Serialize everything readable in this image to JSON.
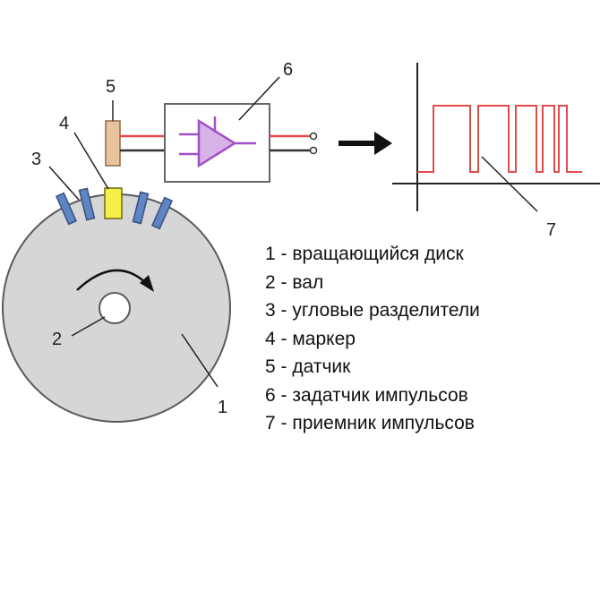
{
  "diagram": {
    "labels": {
      "disk": "1",
      "shaft": "2",
      "dividers": "3",
      "marker": "4",
      "sensor": "5",
      "pulse_generator": "6",
      "pulse_receiver": "7"
    },
    "legend": [
      {
        "num": "1",
        "text": "вращающийся диск"
      },
      {
        "num": "2",
        "text": "вал"
      },
      {
        "num": "3",
        "text": "угловые разделители"
      },
      {
        "num": "4",
        "text": "маркер"
      },
      {
        "num": "5",
        "text": "датчик"
      },
      {
        "num": "6",
        "text": "задатчик импульсов"
      },
      {
        "num": "7",
        "text": "приемник импульсов"
      }
    ],
    "colors": {
      "disk_fill": "#d6d6d6",
      "outline": "#5a5a5a",
      "divider_fill": "#5f86c4",
      "marker_fill": "#f5ef4a",
      "sensor_fill": "#e9c39c",
      "amplifier": "#a24fc6",
      "signal": "#e34a4a",
      "text": "#111111"
    }
  }
}
